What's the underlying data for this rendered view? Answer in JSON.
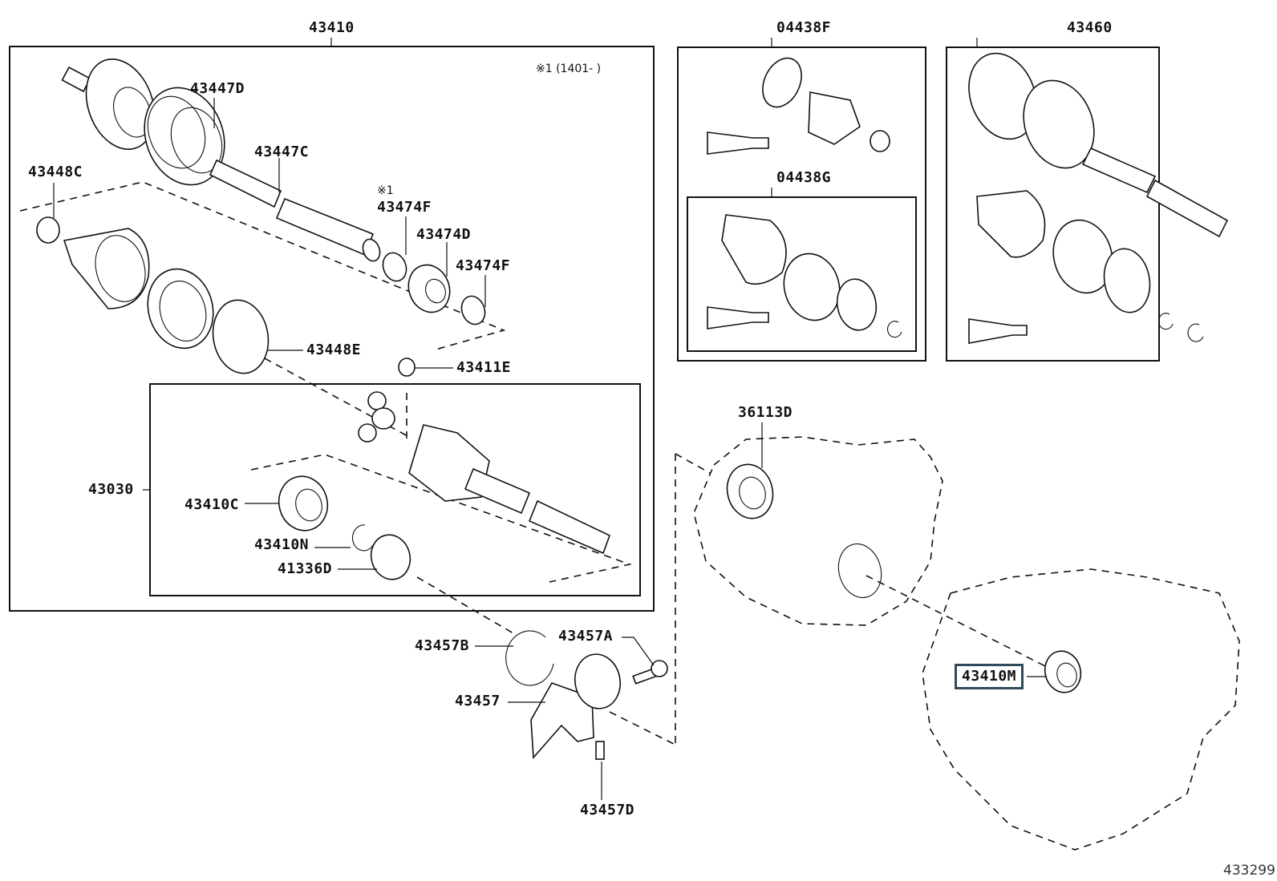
{
  "diagram": {
    "figure_number": "433299",
    "note_text": "※1 (1401-      )",
    "note_marker": "※1",
    "highlight_color": "#2f4a5a",
    "groups": {
      "main_assembly": "43410",
      "inner_joint_assembly": "43030",
      "boot_kit_outer": "04438F",
      "boot_kit_inner": "04438G",
      "other_side_assembly": "43460"
    },
    "parts": {
      "p43447D": "43447D",
      "p43447C": "43447C",
      "p43448C": "43448C",
      "p43474F_a": "43474F",
      "p43474D": "43474D",
      "p43474F_b": "43474F",
      "p43448E": "43448E",
      "p43411E": "43411E",
      "p43410C": "43410C",
      "p43410N": "43410N",
      "p41336D": "41336D",
      "p43457B": "43457B",
      "p43457A": "43457A",
      "p43457": "43457",
      "p43457D": "43457D",
      "p36113D": "36113D",
      "p43410M": "43410M"
    },
    "selected_part": "43410M"
  }
}
